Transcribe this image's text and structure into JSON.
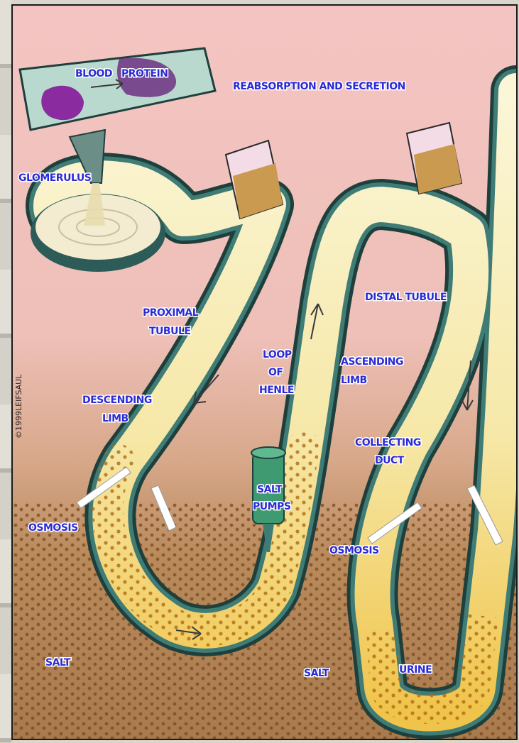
{
  "colors": {
    "sky": "#f2c0be",
    "ground": "#b88a5c",
    "tube_wall": "#2d5c58",
    "tube_fill": "#f7f0c4",
    "label_text": "#2b2bd6",
    "salt_dot": "#c88a2a"
  },
  "labels": {
    "blood": "BLOOD",
    "protein": "PROTEIN",
    "reabsorption": "REABSORPTION AND SECRETION",
    "glomerulus": "GLOMERULUS",
    "proximal_tubule_1": "PROXIMAL",
    "proximal_tubule_2": "TUBULE",
    "distal_tubule": "DISTAL TUBULE",
    "ascending_limb_1": "ASCENDING",
    "ascending_limb_2": "LIMB",
    "loop_of_henle_1": "LOOP",
    "loop_of_henle_2": "OF",
    "loop_of_henle_3": "HENLE",
    "descending_limb_1": "DESCENDING",
    "descending_limb_2": "LIMB",
    "collecting_duct_1": "COLLECTING",
    "collecting_duct_2": "DUCT",
    "salt_pumps_1": "SALT",
    "salt_pumps_2": "PUMPS",
    "osmosis_left": "OSMOSIS",
    "osmosis_right": "OSMOSIS",
    "salt_left": "SALT",
    "salt_middle": "SALT",
    "urine": "URINE",
    "copyright": "©1999LEIFSAUL"
  }
}
